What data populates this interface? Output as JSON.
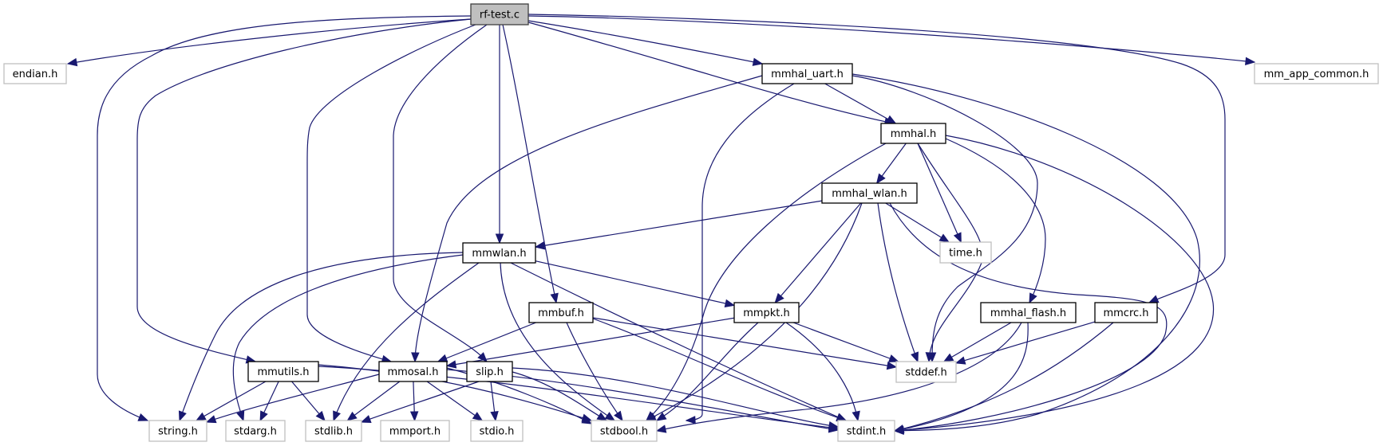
{
  "title": "Include dependency graph for rf-test.c",
  "colors": {
    "edge": "#191970",
    "root_fill": "#bfbfbf",
    "root_border": "#404040",
    "documented_border": "#000000",
    "external_border": "#bfbfbf",
    "node_fill": "#ffffff"
  },
  "nodes": [
    {
      "id": "rf-test.c",
      "label": "rf-test.c",
      "kind": "root"
    },
    {
      "id": "endian.h",
      "label": "endian.h",
      "kind": "external"
    },
    {
      "id": "mmhal_uart.h",
      "label": "mmhal_uart.h",
      "kind": "documented"
    },
    {
      "id": "mm_app_common.h",
      "label": "mm_app_common.h",
      "kind": "external"
    },
    {
      "id": "mmhal.h",
      "label": "mmhal.h",
      "kind": "documented"
    },
    {
      "id": "mmhal_wlan.h",
      "label": "mmhal_wlan.h",
      "kind": "documented"
    },
    {
      "id": "mmwlan.h",
      "label": "mmwlan.h",
      "kind": "documented"
    },
    {
      "id": "time.h",
      "label": "time.h",
      "kind": "external"
    },
    {
      "id": "mmbuf.h",
      "label": "mmbuf.h",
      "kind": "documented"
    },
    {
      "id": "mmpkt.h",
      "label": "mmpkt.h",
      "kind": "documented"
    },
    {
      "id": "mmhal_flash.h",
      "label": "mmhal_flash.h",
      "kind": "documented"
    },
    {
      "id": "mmcrc.h",
      "label": "mmcrc.h",
      "kind": "documented"
    },
    {
      "id": "mmutils.h",
      "label": "mmutils.h",
      "kind": "documented"
    },
    {
      "id": "mmosal.h",
      "label": "mmosal.h",
      "kind": "documented"
    },
    {
      "id": "slip.h",
      "label": "slip.h",
      "kind": "documented"
    },
    {
      "id": "stddef.h",
      "label": "stddef.h",
      "kind": "external"
    },
    {
      "id": "string.h",
      "label": "string.h",
      "kind": "external"
    },
    {
      "id": "stdarg.h",
      "label": "stdarg.h",
      "kind": "external"
    },
    {
      "id": "stdlib.h",
      "label": "stdlib.h",
      "kind": "external"
    },
    {
      "id": "mmport.h",
      "label": "mmport.h",
      "kind": "external"
    },
    {
      "id": "stdio.h",
      "label": "stdio.h",
      "kind": "external"
    },
    {
      "id": "stdbool.h",
      "label": "stdbool.h",
      "kind": "external"
    },
    {
      "id": "stdint.h",
      "label": "stdint.h",
      "kind": "external"
    }
  ],
  "edges": [
    [
      "rf-test.c",
      "endian.h"
    ],
    [
      "rf-test.c",
      "mmhal_uart.h"
    ],
    [
      "rf-test.c",
      "mm_app_common.h"
    ],
    [
      "rf-test.c",
      "mmhal.h"
    ],
    [
      "rf-test.c",
      "mmcrc.h"
    ],
    [
      "rf-test.c",
      "mmwlan.h"
    ],
    [
      "rf-test.c",
      "mmbuf.h"
    ],
    [
      "rf-test.c",
      "slip.h"
    ],
    [
      "rf-test.c",
      "mmosal.h"
    ],
    [
      "rf-test.c",
      "mmutils.h"
    ],
    [
      "rf-test.c",
      "string.h"
    ],
    [
      "mmhal_uart.h",
      "mmhal.h"
    ],
    [
      "mmhal_uart.h",
      "mmosal.h"
    ],
    [
      "mmhal_uart.h",
      "stdbool.h"
    ],
    [
      "mmhal_uart.h",
      "stddef.h"
    ],
    [
      "mmhal_uart.h",
      "stdint.h"
    ],
    [
      "mmhal.h",
      "mmhal_wlan.h"
    ],
    [
      "mmhal.h",
      "time.h"
    ],
    [
      "mmhal.h",
      "mmhal_flash.h"
    ],
    [
      "mmhal.h",
      "stddef.h"
    ],
    [
      "mmhal.h",
      "stdbool.h"
    ],
    [
      "mmhal.h",
      "stdint.h"
    ],
    [
      "mmhal_wlan.h",
      "mmwlan.h"
    ],
    [
      "mmhal_wlan.h",
      "time.h"
    ],
    [
      "mmhal_wlan.h",
      "mmpkt.h"
    ],
    [
      "mmhal_wlan.h",
      "stddef.h"
    ],
    [
      "mmhal_wlan.h",
      "stdbool.h"
    ],
    [
      "mmhal_wlan.h",
      "stdint.h"
    ],
    [
      "mmwlan.h",
      "mmpkt.h"
    ],
    [
      "mmwlan.h",
      "string.h"
    ],
    [
      "mmwlan.h",
      "stdarg.h"
    ],
    [
      "mmwlan.h",
      "stdlib.h"
    ],
    [
      "mmwlan.h",
      "stdbool.h"
    ],
    [
      "mmwlan.h",
      "stdint.h"
    ],
    [
      "mmbuf.h",
      "mmosal.h"
    ],
    [
      "mmbuf.h",
      "stddef.h"
    ],
    [
      "mmbuf.h",
      "stdbool.h"
    ],
    [
      "mmbuf.h",
      "stdint.h"
    ],
    [
      "mmpkt.h",
      "mmosal.h"
    ],
    [
      "mmpkt.h",
      "stddef.h"
    ],
    [
      "mmpkt.h",
      "stdbool.h"
    ],
    [
      "mmpkt.h",
      "stdint.h"
    ],
    [
      "mmhal_flash.h",
      "stddef.h"
    ],
    [
      "mmhal_flash.h",
      "stdbool.h"
    ],
    [
      "mmhal_flash.h",
      "stdint.h"
    ],
    [
      "mmcrc.h",
      "stddef.h"
    ],
    [
      "mmcrc.h",
      "stdint.h"
    ],
    [
      "mmutils.h",
      "string.h"
    ],
    [
      "mmutils.h",
      "stdarg.h"
    ],
    [
      "mmutils.h",
      "stdlib.h"
    ],
    [
      "mmutils.h",
      "stdbool.h"
    ],
    [
      "mmutils.h",
      "stdint.h"
    ],
    [
      "mmosal.h",
      "string.h"
    ],
    [
      "mmosal.h",
      "stdlib.h"
    ],
    [
      "mmosal.h",
      "mmport.h"
    ],
    [
      "mmosal.h",
      "stdio.h"
    ],
    [
      "mmosal.h",
      "stdbool.h"
    ],
    [
      "mmosal.h",
      "stdint.h"
    ],
    [
      "slip.h",
      "stdlib.h"
    ],
    [
      "slip.h",
      "stdio.h"
    ],
    [
      "slip.h",
      "stdbool.h"
    ],
    [
      "slip.h",
      "stdint.h"
    ]
  ]
}
